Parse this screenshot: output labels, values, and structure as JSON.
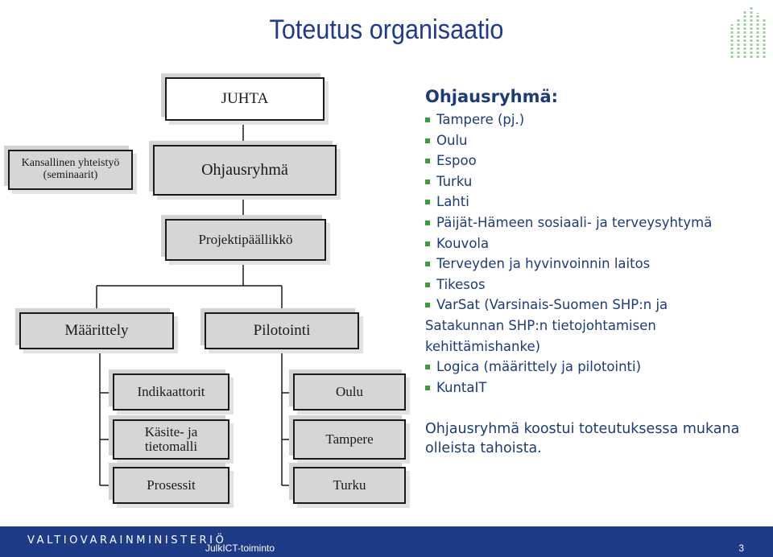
{
  "title": "Toteutus organisaatio",
  "colors": {
    "title": "#1f3a8f",
    "footer_bg": "#1d3b86",
    "text": "#1a3b7c",
    "bullet": "#3d9b3d",
    "grey_box": "#d6d6d6"
  },
  "org": {
    "juhta": "JUHTA",
    "kansallinen": "Kansallinen yhteistyö (seminaarit)",
    "ohjausryhma": "Ohjausryhmä",
    "projektipaallikko": "Projektipäällikkö",
    "maarittely": "Määrittely",
    "pilotointi": "Pilotointi",
    "indikaattorit": "Indikaattorit",
    "kasite": "Käsite- ja tietomalli",
    "prosessit": "Prosessit",
    "oulu": "Oulu",
    "tampere": "Tampere",
    "turku": "Turku"
  },
  "panel": {
    "heading": "Ohjausryhmä:",
    "items": [
      "Tampere (pj.)",
      "Oulu",
      "Espoo",
      "Turku",
      "Lahti",
      "Päijät-Hämeen sosiaali- ja terveysyhtymä",
      "Kouvola",
      "Terveyden ja hyvinvoinnin laitos",
      "Tikesos",
      "VarSat (Varsinais-Suomen SHP:n ja"
    ],
    "item_cont": [
      "Satakunnan SHP:n tietojohtamisen",
      "kehittämishanke)"
    ],
    "items_after": [
      "Logica (määrittely ja pilotointi)",
      "KuntaIT"
    ],
    "note": "Ohjausryhmä koostui toteutuksessa mukana olleista tahoista."
  },
  "footer": {
    "org": "VALTIOVARAINMINISTERIÖ",
    "sub": "JulkICT-toiminto",
    "page": "3"
  }
}
